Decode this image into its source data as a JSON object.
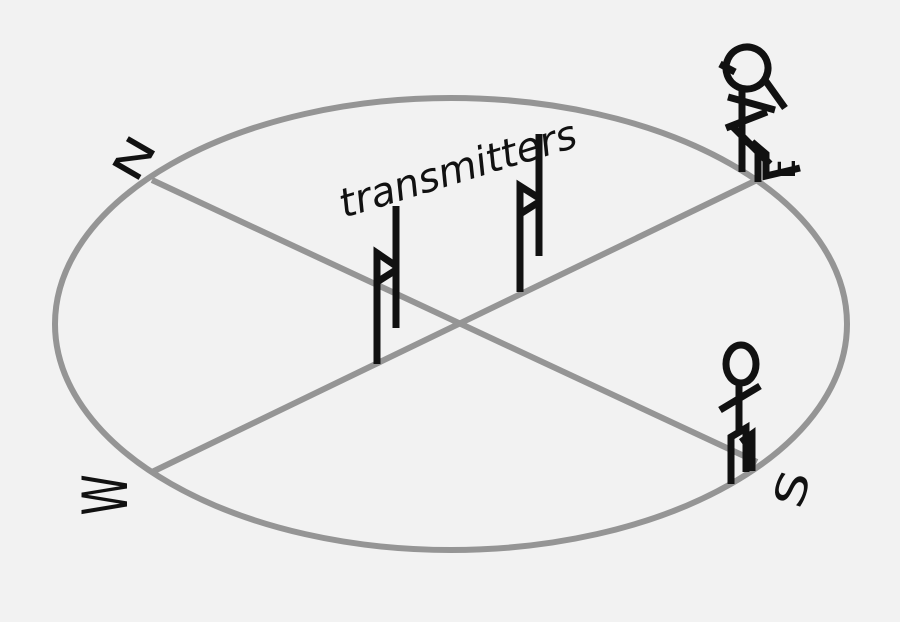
{
  "diagram": {
    "transmitters_label": "transmitters",
    "directions": {
      "north": "N",
      "east": "E",
      "south": "S",
      "west": "W"
    }
  },
  "colors": {
    "background": "#f2f2f2",
    "compass_lines": "#959595",
    "ink": "#111111"
  }
}
